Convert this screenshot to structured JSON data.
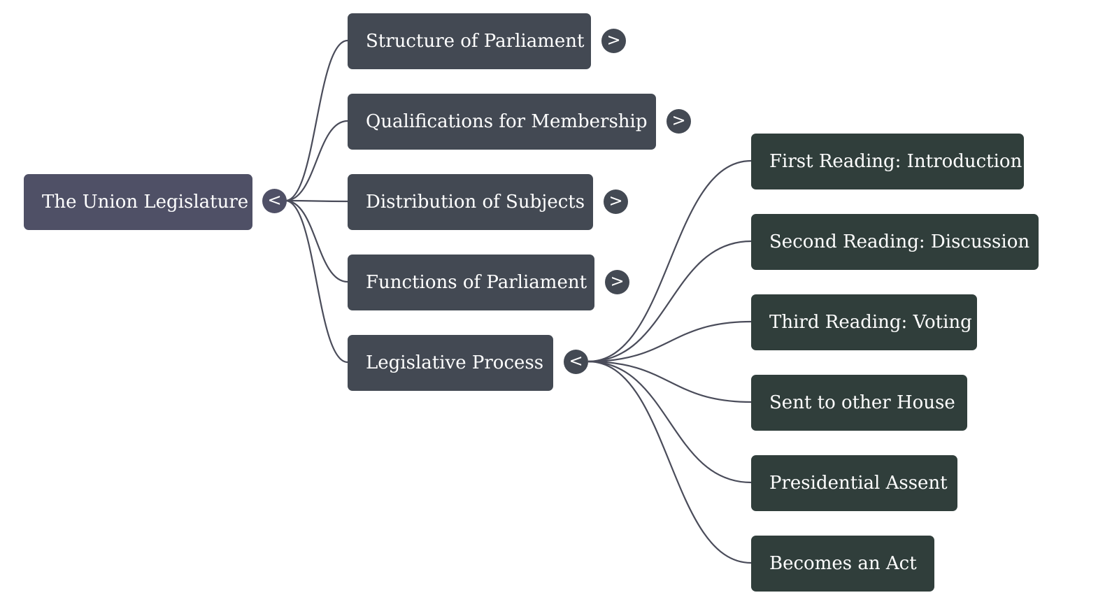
{
  "root": {
    "label": "The Union Legislature",
    "toggle_icon": "chevron-left-icon",
    "toggle_glyph": "<",
    "color": "#4f5066"
  },
  "branches": [
    {
      "label": "Structure of Parliament",
      "toggle_icon": "chevron-right-icon",
      "toggle_glyph": ">",
      "expanded": false
    },
    {
      "label": "Qualifications for Membership",
      "toggle_icon": "chevron-right-icon",
      "toggle_glyph": ">",
      "expanded": false
    },
    {
      "label": "Distribution of Subjects",
      "toggle_icon": "chevron-right-icon",
      "toggle_glyph": ">",
      "expanded": false
    },
    {
      "label": "Functions of Parliament",
      "toggle_icon": "chevron-right-icon",
      "toggle_glyph": ">",
      "expanded": false
    },
    {
      "label": "Legislative Process",
      "toggle_icon": "chevron-left-icon",
      "toggle_glyph": "<",
      "expanded": true,
      "children": [
        "First Reading: Introduction",
        "Second Reading: Discussion",
        "Third Reading: Voting",
        "Sent to other House",
        "Presidential Assent",
        "Becomes an Act"
      ]
    }
  ],
  "colors": {
    "root_node": "#4f5066",
    "branch_node": "#434953",
    "leaf_node": "#303e3b",
    "connector": "#4a4c5a",
    "background": "#ffffff"
  }
}
